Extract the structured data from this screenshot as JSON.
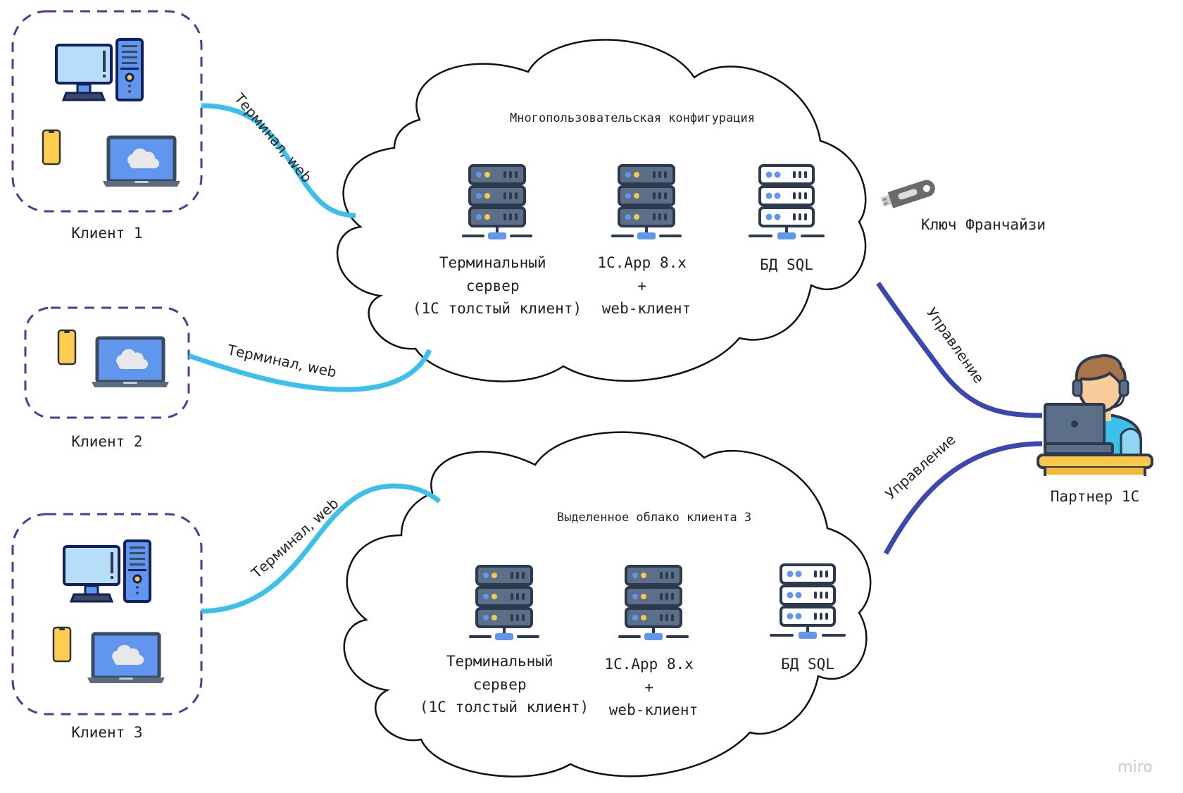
{
  "colors": {
    "terminal_link": "#3cbfeb",
    "management_link": "#3b46b0",
    "client_border": "#3d4496",
    "server_dark": "#2d3a4d",
    "server_face": "#5b7088",
    "server_accent": "#6196ef",
    "led_yellow": "#f7c84a",
    "cloud_stroke": "#111111"
  },
  "clients": [
    {
      "label": "Клиент 1",
      "devices": [
        "desktop-pc",
        "smartphone",
        "laptop"
      ]
    },
    {
      "label": "Клиент 2",
      "devices": [
        "smartphone",
        "laptop"
      ]
    },
    {
      "label": "Клиент 3",
      "devices": [
        "desktop-pc",
        "smartphone",
        "laptop"
      ]
    }
  ],
  "links": [
    {
      "label": "Терминал, web",
      "type": "terminal"
    },
    {
      "label": "Терминал, web",
      "type": "terminal"
    },
    {
      "label": "Терминал, web",
      "type": "terminal"
    },
    {
      "label": "Управление",
      "type": "management"
    },
    {
      "label": "Управление",
      "type": "management"
    }
  ],
  "clouds": [
    {
      "title": "Многопользовательская конфигурация",
      "servers": [
        {
          "lines": [
            "Терминальный",
            "сервер",
            "(1С толстый клиент)"
          ],
          "icon": "server-rack-icon"
        },
        {
          "lines": [
            "1С.App 8.x",
            "+",
            "web-клиент"
          ],
          "icon": "server-rack-icon"
        },
        {
          "lines": [
            "БД SQL"
          ],
          "icon": "database-server-icon"
        }
      ]
    },
    {
      "title": "Выделенное облако клиента 3",
      "servers": [
        {
          "lines": [
            "Терминальный",
            "сервер",
            "(1С толстый клиент)"
          ],
          "icon": "server-rack-icon"
        },
        {
          "lines": [
            "1С.App 8.x",
            "+",
            "web-клиент"
          ],
          "icon": "server-rack-icon"
        },
        {
          "lines": [
            "БД SQL"
          ],
          "icon": "database-server-icon"
        }
      ]
    }
  ],
  "license_key": {
    "label": "Ключ Франчайзи",
    "icon": "usb-key-icon"
  },
  "partner": {
    "label": "Партнер 1С",
    "icon": "support-operator-icon"
  },
  "watermark": "miro"
}
